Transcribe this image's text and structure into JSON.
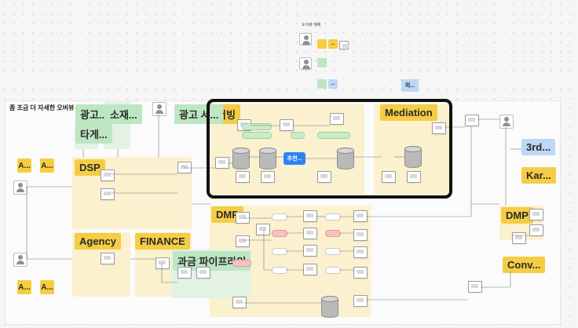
{
  "canvas": {
    "top_label": "도식화 예제"
  },
  "board": {
    "title": "좀 조금 더 자세한 오버뷰"
  },
  "sections": {
    "dsp": "DSP",
    "agency": "Agency",
    "finance": "FINANCE",
    "dmp_center": "DMP",
    "dmp_right": "DMP",
    "serving": "서빙",
    "mediation": "Mediation",
    "billing_pipeline": "과금 파이프라인"
  },
  "stickies": {
    "ad": "광고...",
    "material": "소재...",
    "target": "타게...",
    "ad_server": "광고 서...",
    "third_party": "3rd...",
    "kar": "Kar...",
    "conv": "Conv...",
    "small_blue": "히...",
    "recommend": "추천...",
    "a1": "A...",
    "a2": "A...",
    "a3": "A...",
    "a4": "A..."
  },
  "colors": {
    "yellow": "#f5cd45",
    "green": "#bde6c3",
    "blue": "#bcd8f6",
    "accent": "#2e83f2",
    "selection": "#111111"
  }
}
